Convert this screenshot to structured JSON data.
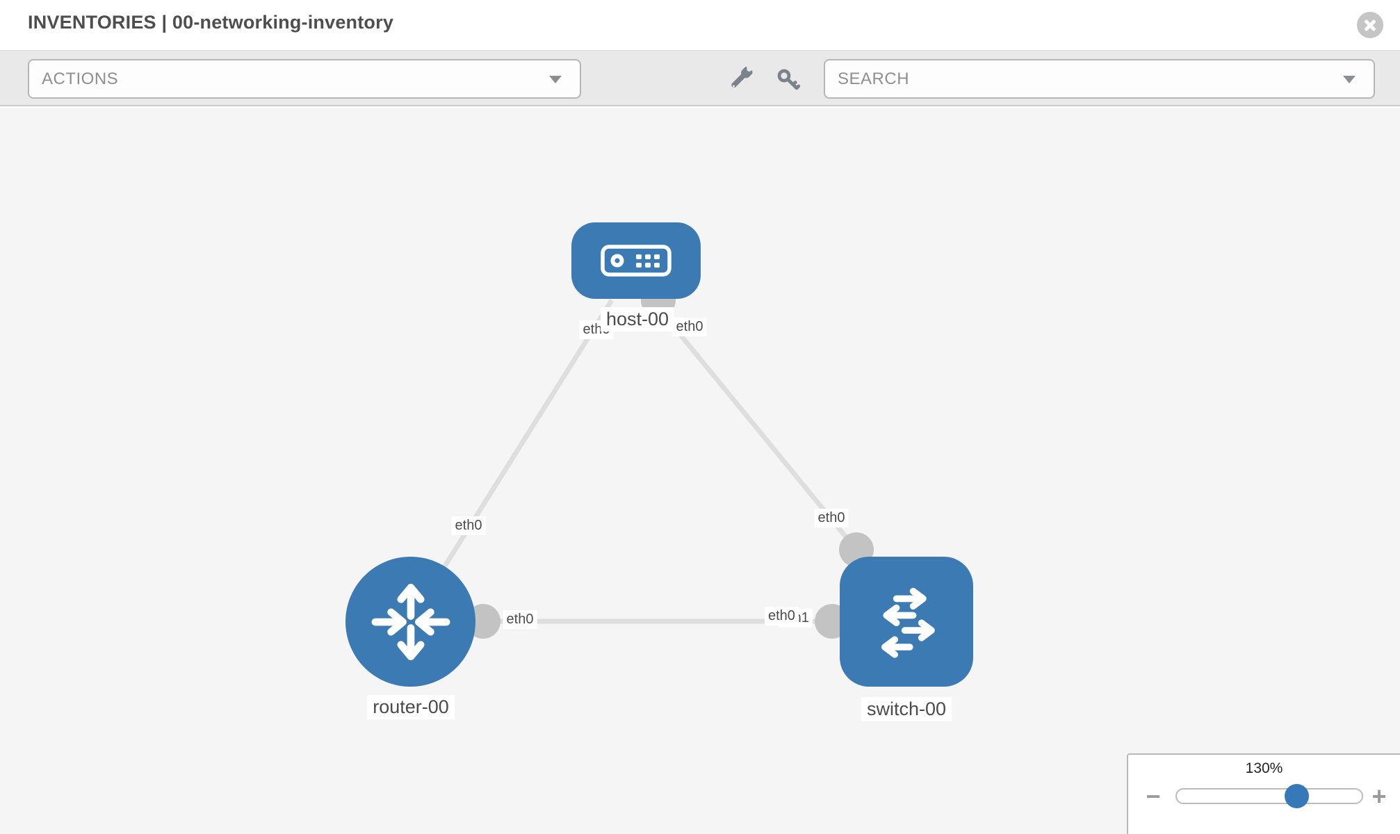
{
  "header": {
    "title": "INVENTORIES | 00-networking-inventory"
  },
  "toolbar": {
    "actions_placeholder": "ACTIONS",
    "search_placeholder": "SEARCH",
    "icons": [
      "wrench-icon",
      "key-icon"
    ]
  },
  "topology": {
    "nodes": [
      {
        "id": "host-00",
        "type": "host",
        "label": "host-00"
      },
      {
        "id": "router-00",
        "type": "router",
        "label": "router-00"
      },
      {
        "id": "switch-00",
        "type": "switch",
        "label": "switch-00"
      }
    ],
    "interface_labels": {
      "host_eth_left": "eth0",
      "host_eth_right": "eth0",
      "router_host_link": "eth0",
      "switch_host_link": "eth0",
      "router_eth": "eth0",
      "switch_eth_back": "eth0",
      "switch_eth_front": "eth1"
    },
    "links": [
      {
        "from": "router-00",
        "to": "host-00",
        "from_iface": "eth0",
        "to_iface": "eth0"
      },
      {
        "from": "switch-00",
        "to": "host-00",
        "from_iface": "eth0",
        "to_iface": "eth0"
      },
      {
        "from": "router-00",
        "to": "switch-00",
        "from_iface": "eth0",
        "to_iface": "eth1"
      }
    ]
  },
  "zoom_control": {
    "level": "130%",
    "minus_label": "−",
    "plus_label": "+"
  },
  "colors": {
    "node_blue": "#3c7ab4",
    "slider_handle_blue": "#3779b8",
    "link_gray": "#dedede",
    "port_gray": "#c3c3c3",
    "canvas_bg": "#f5f5f5",
    "toolbar_bg": "#e9e9e9",
    "label_text": "#4b4b4b",
    "icon_gray": "#79838c"
  }
}
